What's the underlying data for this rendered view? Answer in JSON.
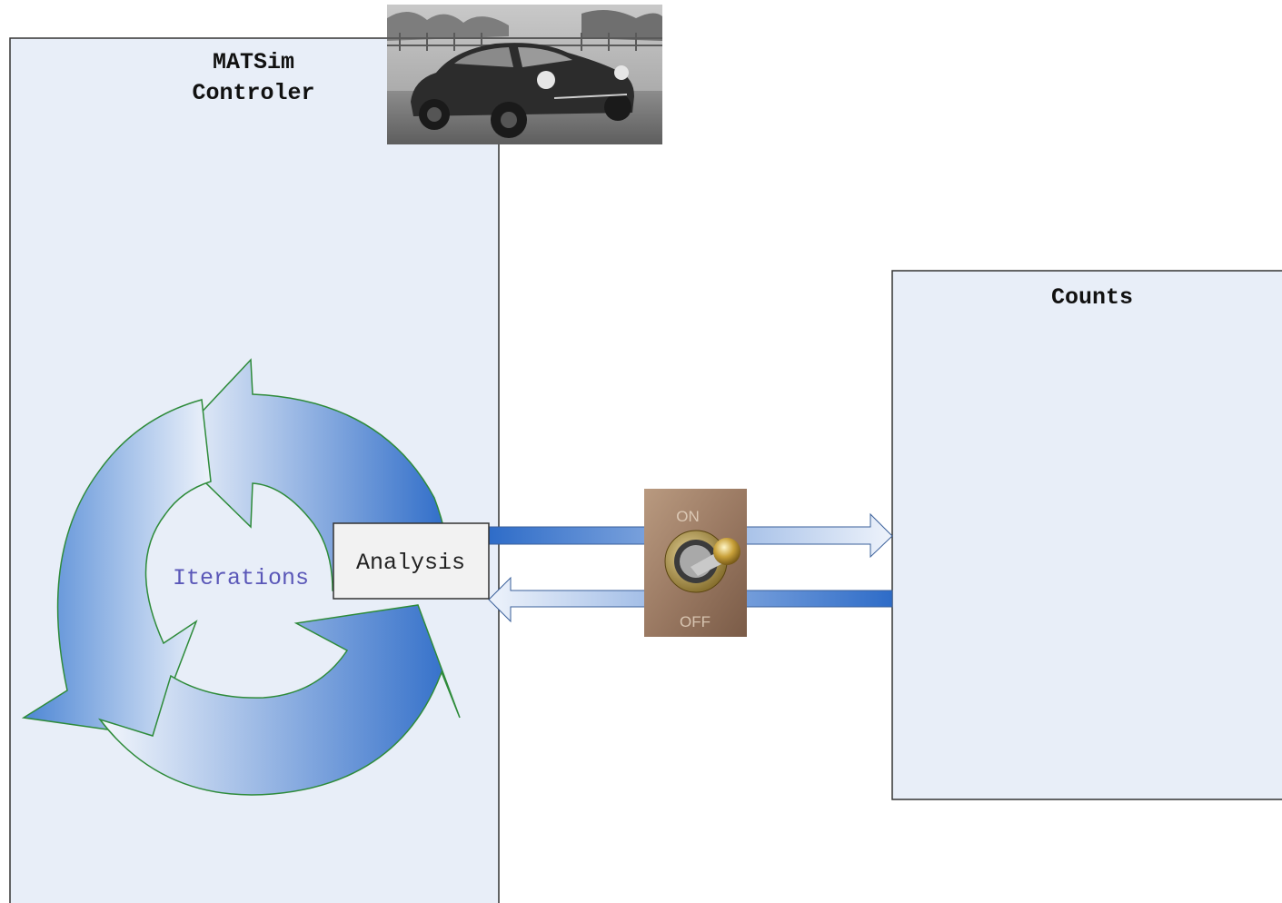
{
  "controler": {
    "title_line1": "MATSim",
    "title_line2": "Controler"
  },
  "counts": {
    "title": "Counts"
  },
  "cycle": {
    "label": "Iterations"
  },
  "analysis": {
    "label": "Analysis"
  },
  "switch": {
    "on_label": "ON",
    "off_label": "OFF"
  },
  "colors": {
    "panel_fill": "#e8eef8",
    "panel_stroke": "#333333",
    "arrow_blue": "#2e6cc8",
    "arrow_light": "#eef3fb",
    "cycle_stroke": "#2e8b3a",
    "iterations_text": "#5a57b8"
  }
}
